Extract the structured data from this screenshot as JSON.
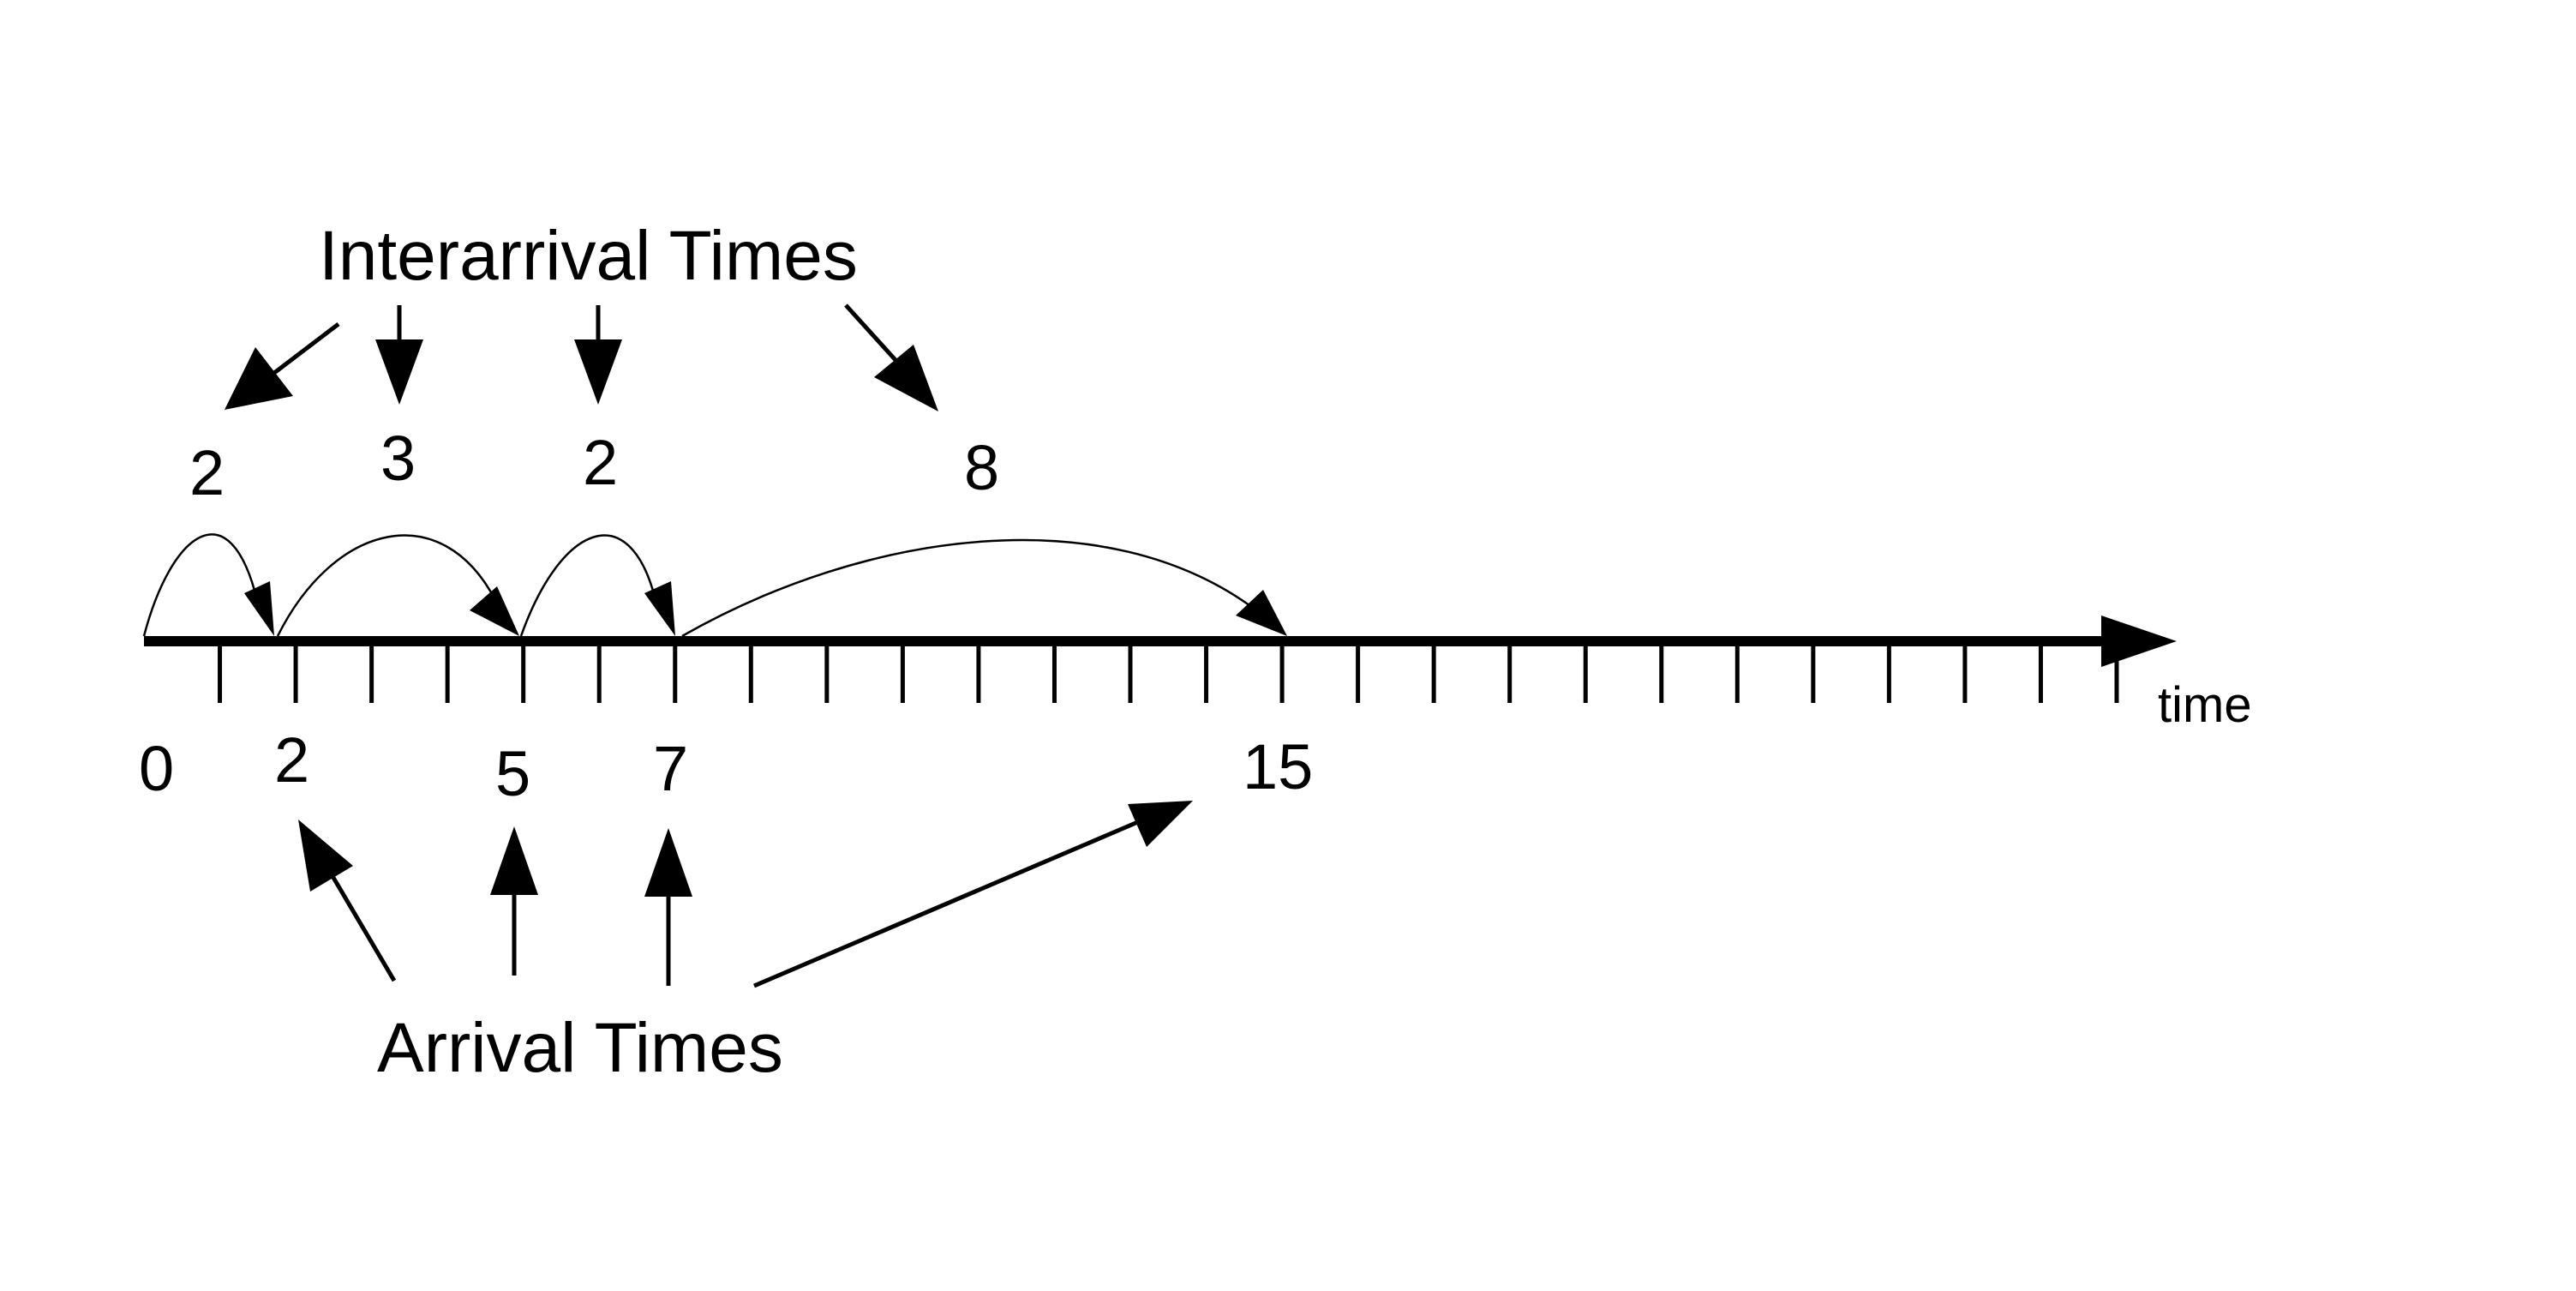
{
  "diagram": {
    "title_interarrival": "Interarrival Times",
    "title_arrival": "Arrival Times",
    "axis_unit_label": "time",
    "origin_label": "0",
    "arrival_labels": [
      "2",
      "5",
      "7",
      "15"
    ],
    "interarrival_labels": [
      "2",
      "3",
      "2",
      "8"
    ],
    "arrival_times": [
      2,
      5,
      7,
      15
    ],
    "interarrival_times": [
      2,
      3,
      2,
      8
    ],
    "tick_count": 26,
    "axis_range": [
      0,
      26
    ],
    "stroke_color": "#000000",
    "background_color": "#ffffff"
  }
}
